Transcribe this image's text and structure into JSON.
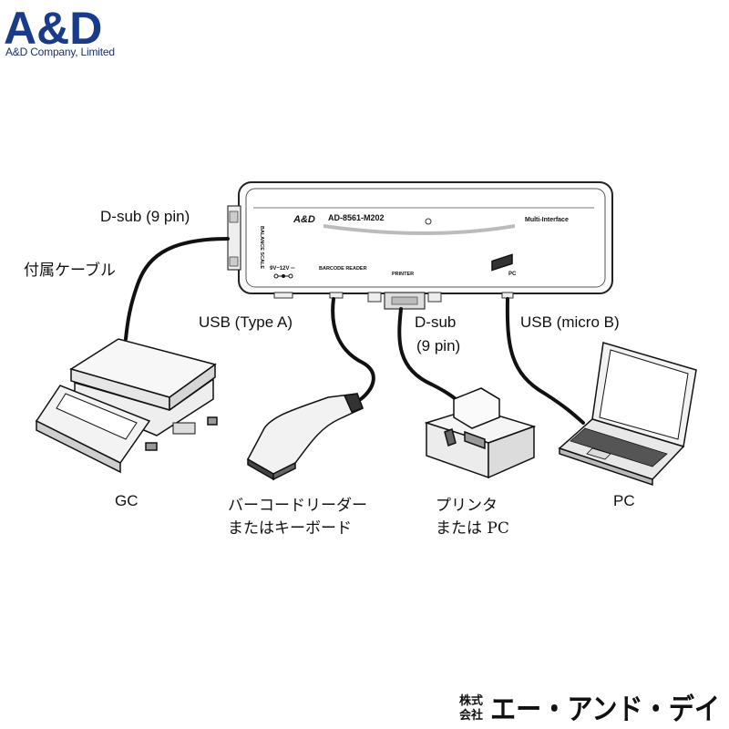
{
  "brand": {
    "logo_text": "A&D",
    "company_name": "A&D Company, Limited",
    "brand_color": "#1a3a8a"
  },
  "device": {
    "model": "AD-8561-M202",
    "series_label": "Multi-Interface",
    "logo_text": "A&D",
    "port_labels": {
      "balance": "BALANCE SCALE",
      "power": "9V~12V ═",
      "barcode": "BARCODE READER",
      "printer": "PRINTER",
      "pc": "PC"
    }
  },
  "connectors": {
    "dsub_left": "D-sub (9 pin)",
    "cable": "付属ケーブル",
    "usb_a": "USB (Type A)",
    "dsub_bottom_line1": "D-sub",
    "dsub_bottom_line2": "(9 pin)",
    "usb_micro": "USB (micro B)"
  },
  "devices": {
    "gc": "GC",
    "barcode_line1": "バーコードリーダー",
    "barcode_line2": "またはキーボード",
    "printer_line1": "プリンタ",
    "printer_line2": "または PC",
    "pc": "PC"
  },
  "footer": {
    "kabushiki_top": "株式",
    "kabushiki_bottom": "会社",
    "company_kana": "エー・アンド・デイ"
  }
}
